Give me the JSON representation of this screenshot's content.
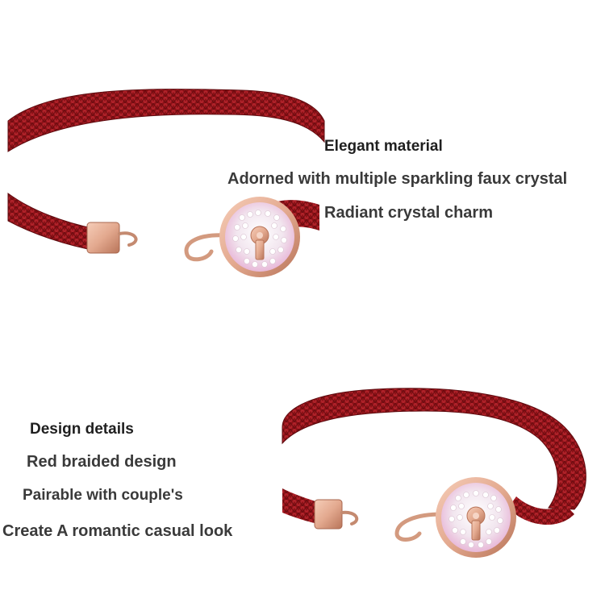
{
  "top_feature": {
    "heading": "Elegant material",
    "lines": [
      "Adorned with multiple sparkling faux crystal",
      "Radiant crystal charm"
    ]
  },
  "bottom_feature": {
    "heading": "Design details",
    "lines": [
      "Red braided design",
      "Pairable with couple's",
      "Create A romantic casual look"
    ]
  },
  "colors": {
    "cord": "#8c1116",
    "cord_highlight": "#c8333a",
    "rose_gold": "#e3a98f",
    "crystal_pink": "#e8b8d8",
    "text": "#3a3a3a"
  },
  "icons": [
    "bracelet-photo",
    "lock-charm-icon",
    "keyhole-icon",
    "hook-clasp-icon"
  ]
}
